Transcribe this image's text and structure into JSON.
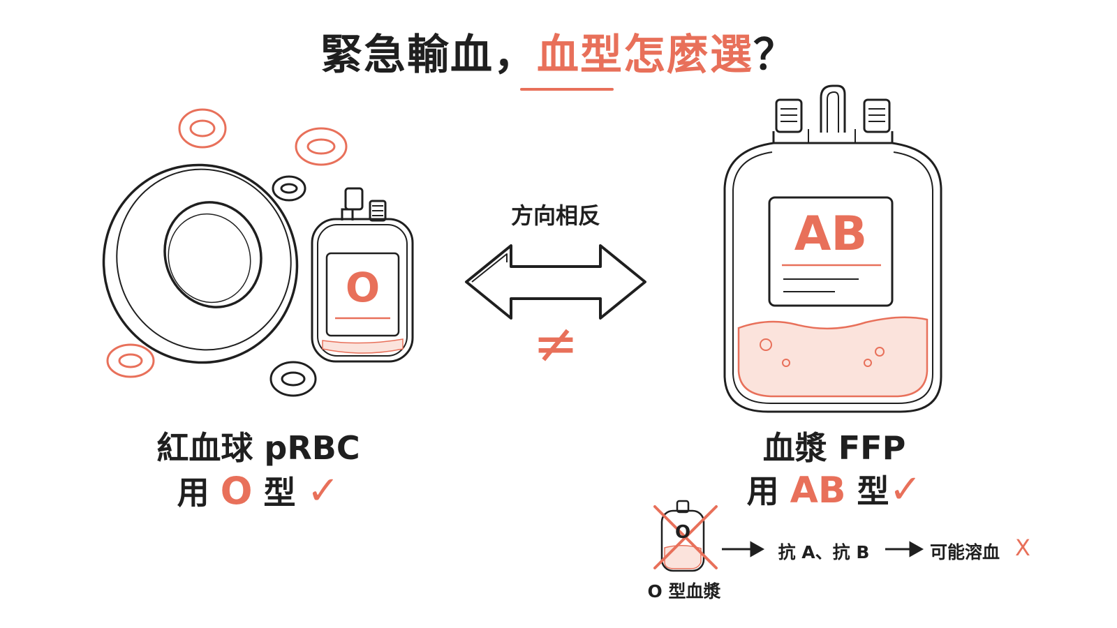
{
  "title": {
    "main": "緊急輸血，",
    "highlight": "血型怎麼選",
    "suffix": "？"
  },
  "arrow_label": "方向相反",
  "not_equal": "≠",
  "left": {
    "bag_letter": "O",
    "name": "紅血球 pRBC",
    "use_prefix": "用",
    "type": "O",
    "use_suffix": "型",
    "check": "✓"
  },
  "right": {
    "bag_letter": "AB",
    "name": "血漿 FFP",
    "use_prefix": "用",
    "type": "AB",
    "use_suffix": "型",
    "check": "✓"
  },
  "note": {
    "bag_letter": "O",
    "caption": "O 型血漿",
    "antibodies": "抗 A、抗 B",
    "result": "可能溶血",
    "cross": "X"
  },
  "colors": {
    "accent": "#e8705a",
    "ink": "#1f1f1f",
    "plasma": "#fbe3dc"
  }
}
